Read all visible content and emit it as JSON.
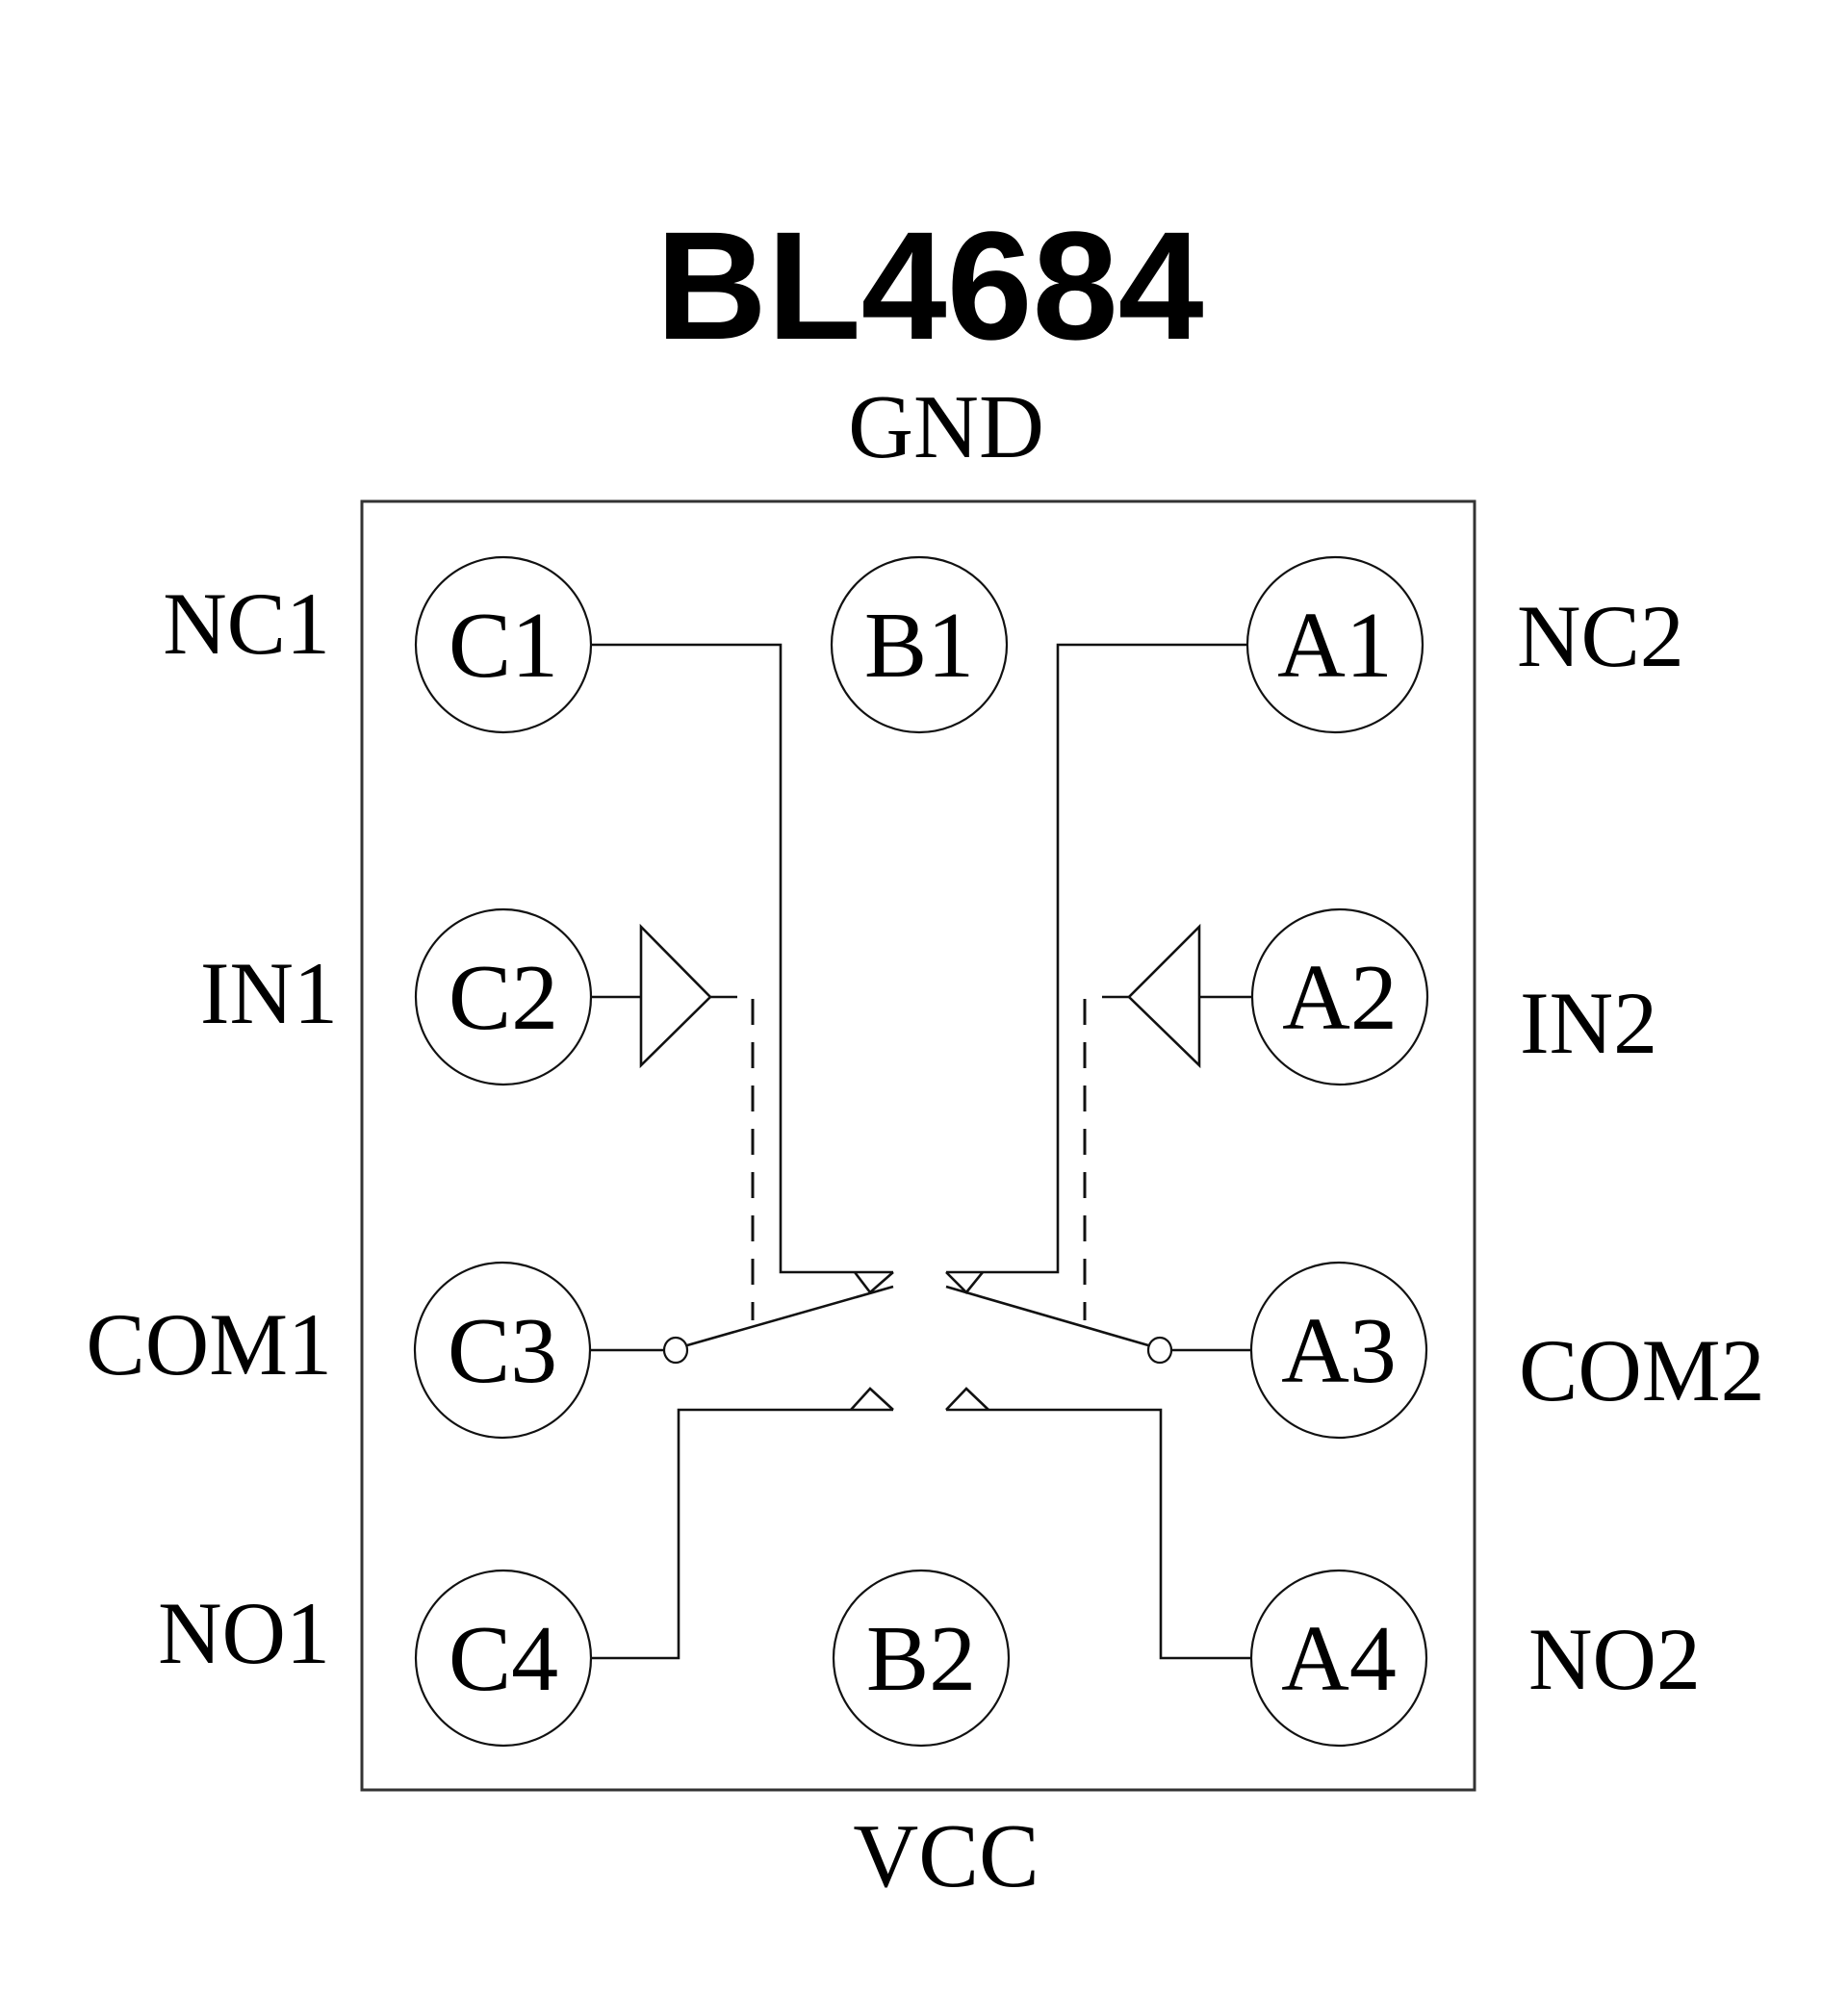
{
  "title": "BL4684",
  "rails": {
    "top": "GND",
    "bottom": "VCC"
  },
  "pins": {
    "C1": "C1",
    "B1": "B1",
    "A1": "A1",
    "C2": "C2",
    "A2": "A2",
    "C3": "C3",
    "A3": "A3",
    "C4": "C4",
    "B2": "B2",
    "A4": "A4"
  },
  "signals_left": {
    "row1": "NC1",
    "row2": "IN1",
    "row3": "COM1",
    "row4": "NO1"
  },
  "signals_right": {
    "row1": "NC2",
    "row2": "IN2",
    "row3": "COM2",
    "row4": "NO2"
  }
}
